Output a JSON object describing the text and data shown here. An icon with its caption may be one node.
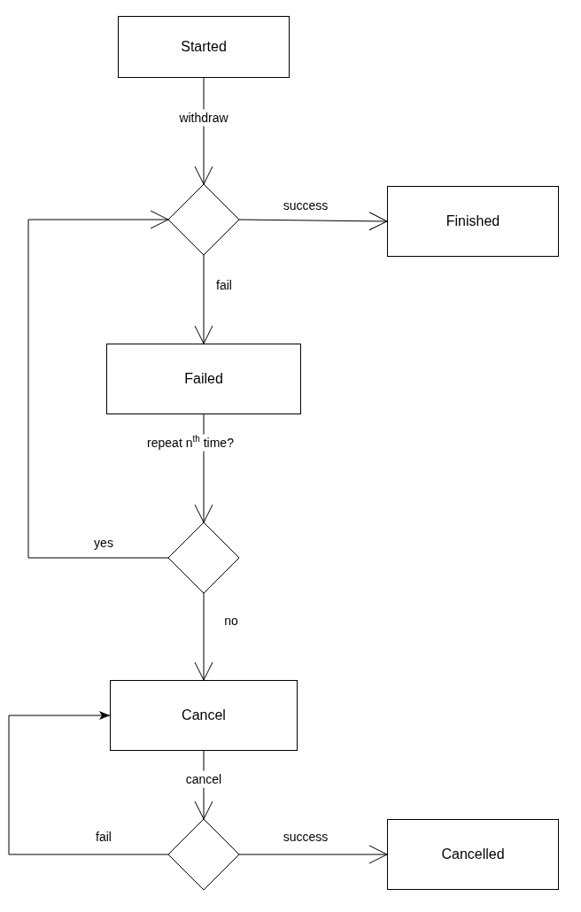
{
  "diagram": {
    "nodes": [
      {
        "text": [
          "Started"
        ]
      },
      {
        "text": [],
        "shape": "diamond"
      },
      {
        "text": [
          "Finished"
        ]
      },
      {
        "text": [
          "Failed"
        ]
      },
      {
        "text": [],
        "shape": "diamond"
      },
      {
        "text": [
          "Cancel"
        ]
      },
      {
        "text": [],
        "shape": "diamond"
      },
      {
        "text": [
          "Cancelled"
        ]
      }
    ],
    "edges": [
      {
        "from": 0,
        "to": 1,
        "arrow": "to",
        "label": "withdraw"
      },
      {
        "from": 1,
        "to": 2,
        "arrow": "to",
        "label": "success"
      },
      {
        "from": 1,
        "to": 3,
        "arrow": "to",
        "label": "fail"
      },
      {
        "from": 3,
        "to": 4,
        "arrow": "to",
        "label": "repeat n$^{th}$ time?"
      },
      {
        "from": 4,
        "to": 1,
        "arrow": "to",
        "label": "yes"
      },
      {
        "from": 4,
        "to": 5,
        "arrow": "to",
        "label": "no"
      },
      {
        "from": 5,
        "to": 6,
        "arrow": "to",
        "label": "cancel"
      },
      {
        "from": 6,
        "to": 5,
        "arrow": "to",
        "label": "fail"
      },
      {
        "from": 6,
        "to": 7,
        "arrow": "to",
        "label": "success"
      }
    ]
  }
}
